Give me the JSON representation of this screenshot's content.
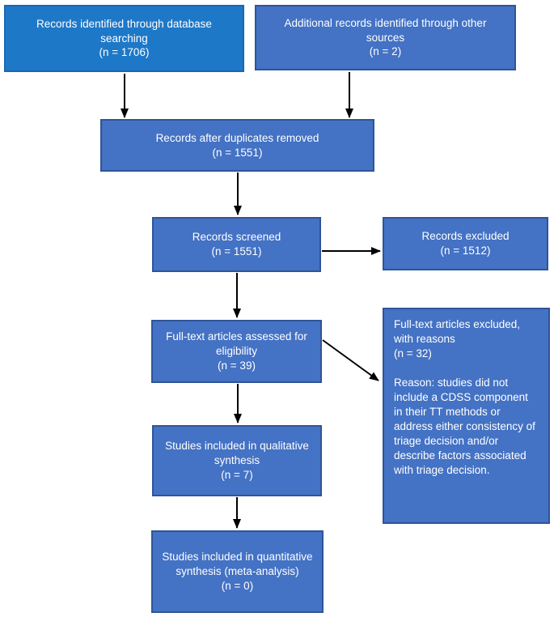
{
  "diagram_type": "flow-diagram",
  "colors": {
    "background": "#ffffff",
    "box_fill": "#4472c4",
    "box_border": "#2f5597",
    "highlight_box_fill": "#1e78c8",
    "highlight_box_border": "#1a67b3",
    "text": "#ffffff",
    "arrow": "#000000"
  },
  "boxes": {
    "identified": {
      "label": "Records identified through database searching",
      "count": "(n = 1706)"
    },
    "additional": {
      "label": "Additional records identified through other sources",
      "count": "(n = 2)"
    },
    "deduplicated": {
      "label": "Records after duplicates removed",
      "count": "(n = 1551)"
    },
    "screened": {
      "label": "Records screened",
      "count": "(n = 1551)"
    },
    "records_excluded": {
      "label": "Records excluded",
      "count": "(n = 1512)"
    },
    "fulltext_assessed": {
      "label": "Full-text articles assessed for eligibility",
      "count": "(n = 39)"
    },
    "fulltext_excluded": {
      "label": "Full-text articles excluded, with reasons",
      "count": "(n = 32)",
      "reason": "Reason: studies did not include a CDSS component in their TT methods or address either consistency of triage decision and/or describe factors associated with triage decision."
    },
    "qualitative": {
      "label": "Studies included in qualitative synthesis",
      "count": "(n = 7)"
    },
    "quantitative": {
      "label": "Studies included in quantitative synthesis (meta-analysis)",
      "count": "(n = 0)"
    }
  },
  "edges": [
    {
      "from": "identified",
      "to": "deduplicated"
    },
    {
      "from": "additional",
      "to": "deduplicated"
    },
    {
      "from": "deduplicated",
      "to": "screened"
    },
    {
      "from": "screened",
      "to": "records_excluded"
    },
    {
      "from": "screened",
      "to": "fulltext_assessed"
    },
    {
      "from": "fulltext_assessed",
      "to": "fulltext_excluded"
    },
    {
      "from": "fulltext_assessed",
      "to": "qualitative"
    },
    {
      "from": "qualitative",
      "to": "quantitative"
    }
  ]
}
